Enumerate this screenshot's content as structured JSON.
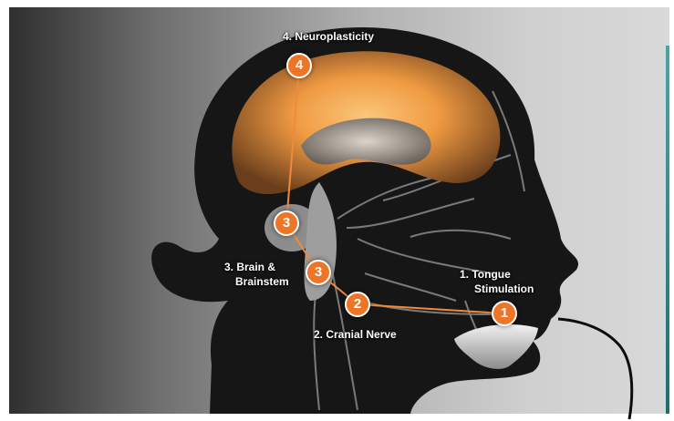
{
  "steps": [
    {
      "number": "1",
      "label_line1": "1. Tongue",
      "label_line2": "Stimulation"
    },
    {
      "number": "2",
      "label": "2. Cranial Nerve"
    },
    {
      "number": "3",
      "label_line1": "3. Brain &",
      "label_line2": "Brainstem"
    },
    {
      "number": "4",
      "label": "4. Neuroplasticity"
    }
  ],
  "colors": {
    "badge_orange": "#ee7427",
    "brain_glow": "#f6a94c",
    "connector": "#f08a3a",
    "background_dark": "#1f1f1f",
    "background_light": "#d9d9d9",
    "accent_teal": "#2b8b8d"
  }
}
